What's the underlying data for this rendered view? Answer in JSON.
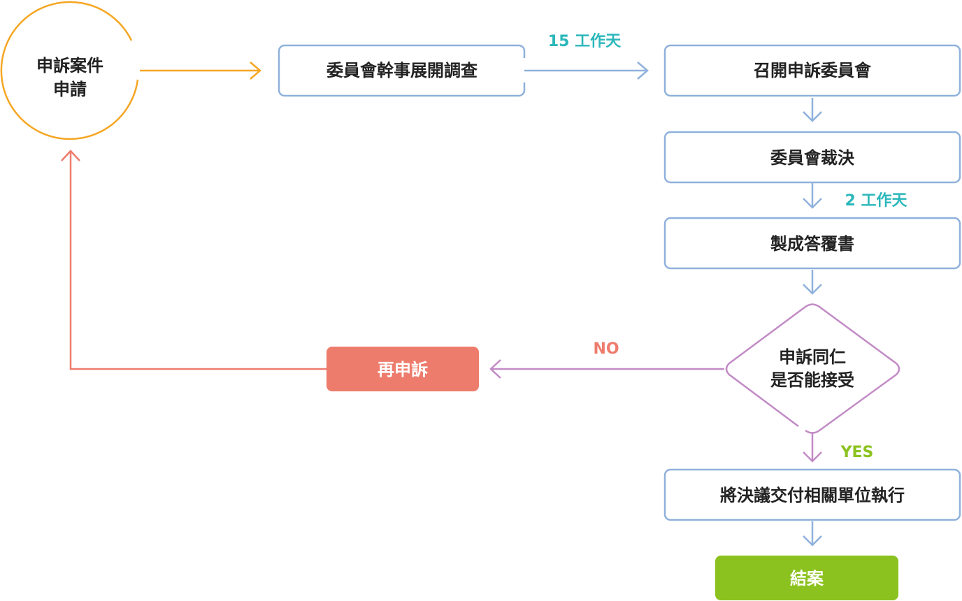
{
  "colors": {
    "orange": "#F5A623",
    "blue": "#8FB1DC",
    "teal": "#2BB7BB",
    "purple": "#C28BC6",
    "salmon": "#EE7C6C",
    "green": "#8CC21F",
    "text": "#222222"
  },
  "nodes": {
    "start_line1": "申訴案件",
    "start_line2": "申請",
    "investigate": "委員會幹事展開調查",
    "convene": "召開申訴委員會",
    "ruling": "委員會裁決",
    "reply": "製成答覆書",
    "decision_line1": "申訴同仁",
    "decision_line2": "是否能接受",
    "reappeal": "再申訴",
    "execute": "將決議交付相關單位執行",
    "close": "結案"
  },
  "labels": {
    "days15": "15 工作天",
    "days2": "2 工作天",
    "no": "NO",
    "yes": "YES"
  }
}
